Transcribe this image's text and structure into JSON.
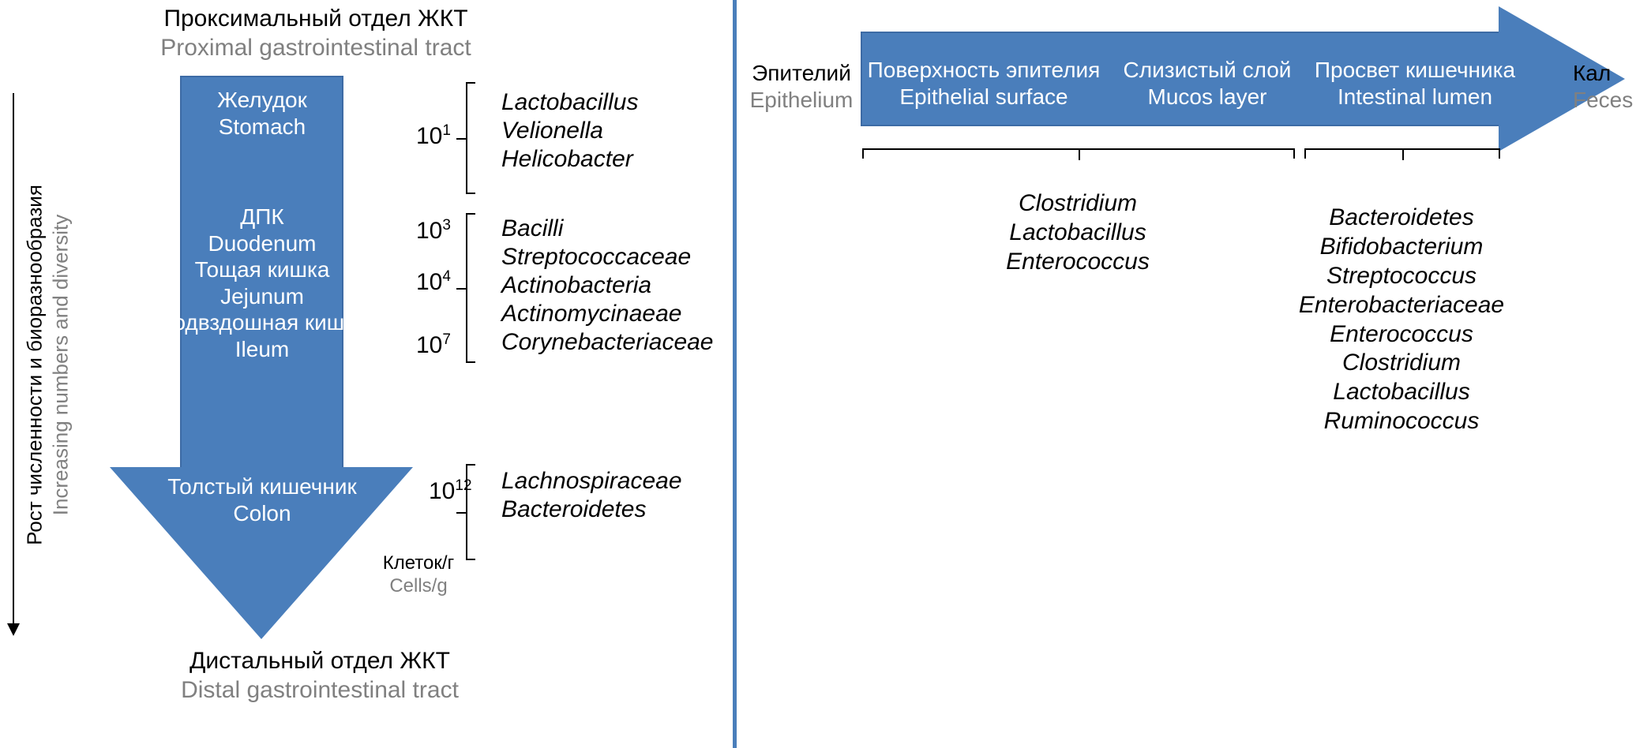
{
  "colors": {
    "accent_blue": "#4a7ebb",
    "accent_blue_border": "#3d6ba5",
    "russian_text": "#000000",
    "english_text": "#808080",
    "arrow_text": "#ffffff"
  },
  "left_panel": {
    "top_title": {
      "ru": "Проксимальный отдел ЖКТ",
      "en": "Proximal gastrointestinal tract"
    },
    "bottom_title": {
      "ru": "Дистальный отдел ЖКТ",
      "en": "Distal gastrointestinal tract"
    },
    "axis_label": {
      "ru": "Рост численности и биоразнообразия",
      "en": "Increasing numbers and diversity"
    },
    "axis_direction": "down-arrow",
    "organs": [
      {
        "ru": "Желудок",
        "en": "Stomach"
      },
      {
        "ru": "ДПК",
        "en": "Duodenum"
      },
      {
        "ru": "Тощая кишка",
        "en": "Jejunum"
      },
      {
        "ru": "Подвздошная кишка",
        "en": "Ileum"
      },
      {
        "ru": "Толстый кишечник",
        "en": "Colon"
      }
    ],
    "counts": [
      {
        "base": "10",
        "exponent": "1"
      },
      {
        "base": "10",
        "exponent": "3"
      },
      {
        "base": "10",
        "exponent": "4"
      },
      {
        "base": "10",
        "exponent": "7"
      },
      {
        "base": "10",
        "exponent": "12"
      }
    ],
    "units": {
      "ru": "Клеток/г",
      "en": "Cells/g"
    },
    "taxa_group_1": [
      "Lactobacillus",
      "Velionella",
      "Helicobacter"
    ],
    "taxa_group_2": [
      "Bacilli",
      "Streptococcaceae",
      "Actinobacteria",
      "Actinomycinaeae",
      "Corynebacteriaceae"
    ],
    "taxa_group_3": [
      "Lachnospiraceae",
      "Bacteroidetes"
    ]
  },
  "right_panel": {
    "start_label": {
      "ru": "Эпителий",
      "en": "Epithelium"
    },
    "end_label": {
      "ru": "Кал",
      "en": "Feces"
    },
    "zones": [
      {
        "ru": "Поверхность эпителия",
        "en": "Epithelial surface"
      },
      {
        "ru": "Слизистый слой",
        "en": "Mucos layer"
      },
      {
        "ru": "Просвет кишечника",
        "en": "Intestinal lumen"
      }
    ],
    "taxa_mucosal": [
      "Clostridium",
      "Lactobacillus",
      "Enterococcus"
    ],
    "taxa_luminal": [
      "Bacteroidetes",
      "Bifidobacterium",
      "Streptococcus",
      "Enterobacteriaceae",
      "Enterococcus",
      "Clostridium",
      "Lactobacillus",
      "Ruminococcus"
    ]
  }
}
